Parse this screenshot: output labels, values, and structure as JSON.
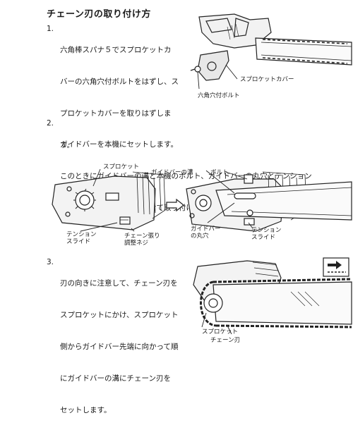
{
  "title": "チェーン刃の取り付け方",
  "steps": [
    {
      "num": "1.",
      "lines": [
        "六角棒スパナ５でスプロケットカ",
        "バーの六角穴付ボルトをはずし、ス",
        "プロケットカバーを取りはずしま",
        "す。"
      ]
    },
    {
      "num": "2.",
      "lines": [
        "ガイドバーを本機にセットします。",
        "このときにガイドバーの溝と本機のボルト、ガイドバーの丸穴とテンション",
        "スライドのそれぞれを合わせて取り付けてください。"
      ]
    },
    {
      "num": "3.",
      "lines": [
        "刃の向きに注意して、チェーン刃を",
        "スプロケットにかけ、スプロケット",
        "側からガイドバー先端に向かって順",
        "にガイドバーの溝にチェーン刃を",
        "セットします。"
      ]
    }
  ],
  "fig1": {
    "sprocket_cover": "スプロケットカバー",
    "hex_bolt": "六角穴付ボルト"
  },
  "fig2": {
    "sprocket": "スプロケット",
    "tension_slide": "テンション\nスライド",
    "chain_adjust_screw": "チェーン張り\n調整ネジ",
    "guide_bar_groove": "ガイドバーの溝",
    "bolt": "ボルト",
    "guide_bar_hole": "ガイドバー\nの丸穴",
    "tension_slide_right": "テンション\nスライド"
  },
  "fig3": {
    "sprocket": "スプロケット",
    "chain_blade": "チェーン刃"
  }
}
